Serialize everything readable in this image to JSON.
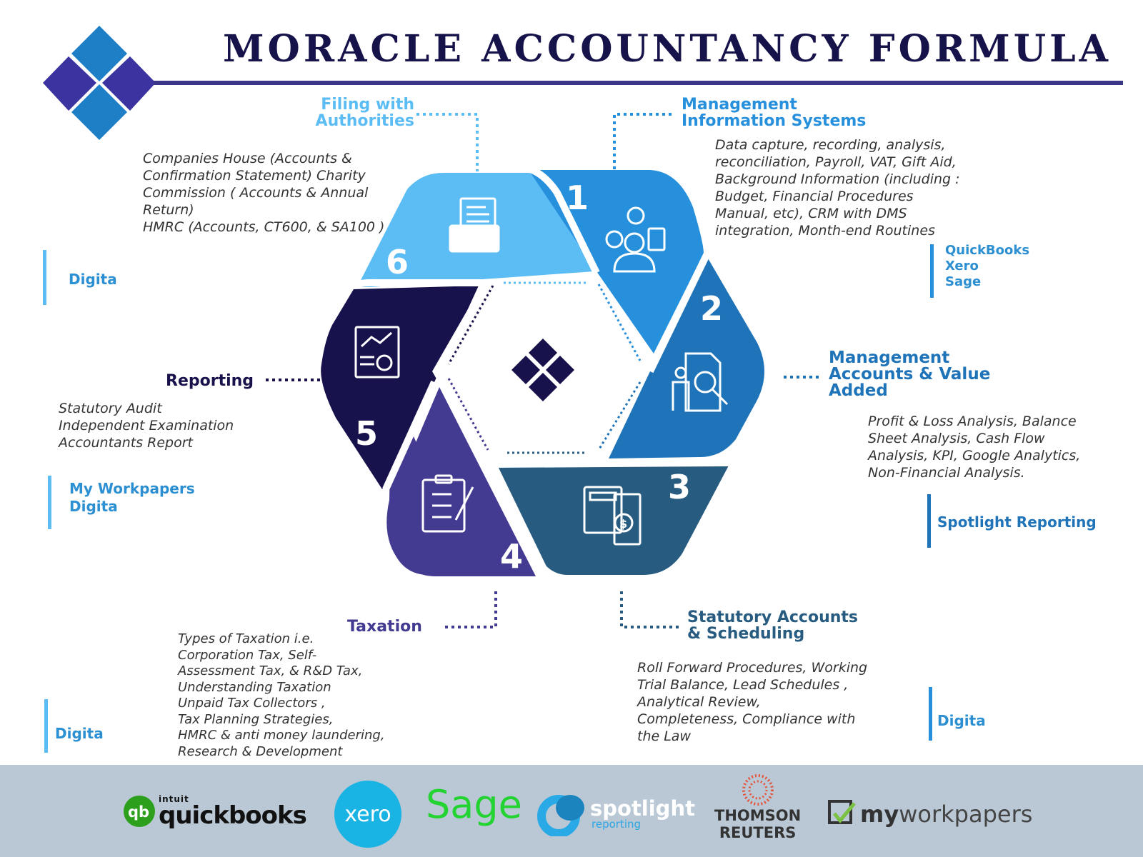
{
  "title": "MORACLE ACCOUNTANCY FORMULA",
  "colors": {
    "navy": "#16124a",
    "rule": "#3b3788",
    "seg1": "#2790dc",
    "seg2": "#1f73b8",
    "seg3": "#275b80",
    "seg4": "#433a92",
    "seg5": "#17124b",
    "seg6": "#5cbdf5",
    "footer_bg": "#bac8d5"
  },
  "segments": [
    {
      "number": "1",
      "icon": "person-gear-clock-clipboard-icon",
      "heading": "Management\nInformation Systems",
      "description": "Data capture, recording, analysis,\nreconciliation, Payroll, VAT, Gift Aid,\nBackground Information (including :\nBudget, Financial Procedures\nManual, etc), CRM with DMS\nintegration, Month-end Routines",
      "tools": "QuickBooks\nXero\nSage"
    },
    {
      "number": "2",
      "icon": "document-magnifier-person-icon",
      "heading": "Management\nAccounts & Value\nAdded",
      "description": "Profit & Loss Analysis, Balance\nSheet Analysis, Cash Flow\nAnalysis, KPI, Google Analytics,\nNon-Financial Analysis.",
      "tools": "Spotlight Reporting"
    },
    {
      "number": "3",
      "icon": "calculator-invoice-dollar-icon",
      "heading": "Statutory Accounts\n& Scheduling",
      "description": "Roll Forward Procedures, Working\nTrial Balance, Lead Schedules ,\nAnalytical Review,\nCompleteness, Compliance with\nthe Law",
      "tools": "Digita"
    },
    {
      "number": "4",
      "icon": "clipboard-checklist-pencil-icon",
      "heading": "Taxation",
      "description": "Types of Taxation i.e.\nCorporation Tax, Self-\nAssessment Tax, & R&D Tax,\nUnderstanding Taxation\nUnpaid Tax Collectors ,\nTax Planning Strategies,\nHMRC & anti money laundering,\nResearch & Development",
      "tools": "Digita"
    },
    {
      "number": "5",
      "icon": "report-chart-icon",
      "heading": "Reporting",
      "description": "Statutory Audit\nIndependent Examination\nAccountants Report",
      "tools": "My Workpapers\nDigita"
    },
    {
      "number": "6",
      "icon": "folder-document-icon",
      "heading": "Filing with\nAuthorities",
      "description": "Companies House (Accounts &\nConfirmation Statement)  Charity\nCommission ( Accounts & Annual\nReturn)\nHMRC (Accounts, CT600, & SA100 )",
      "tools": "Digita"
    }
  ],
  "footer_logos": [
    {
      "name": "quickbooks",
      "small": "intuit",
      "text": "quickbooks"
    },
    {
      "name": "xero",
      "text": "xero"
    },
    {
      "name": "sage",
      "text": "Sage"
    },
    {
      "name": "spotlight",
      "text": "spotlight",
      "sub": "reporting"
    },
    {
      "name": "thomson-reuters",
      "text": "THOMSON",
      "sub": "REUTERS"
    },
    {
      "name": "myworkpapers",
      "text_bold": "my",
      "text": "workpapers"
    }
  ]
}
